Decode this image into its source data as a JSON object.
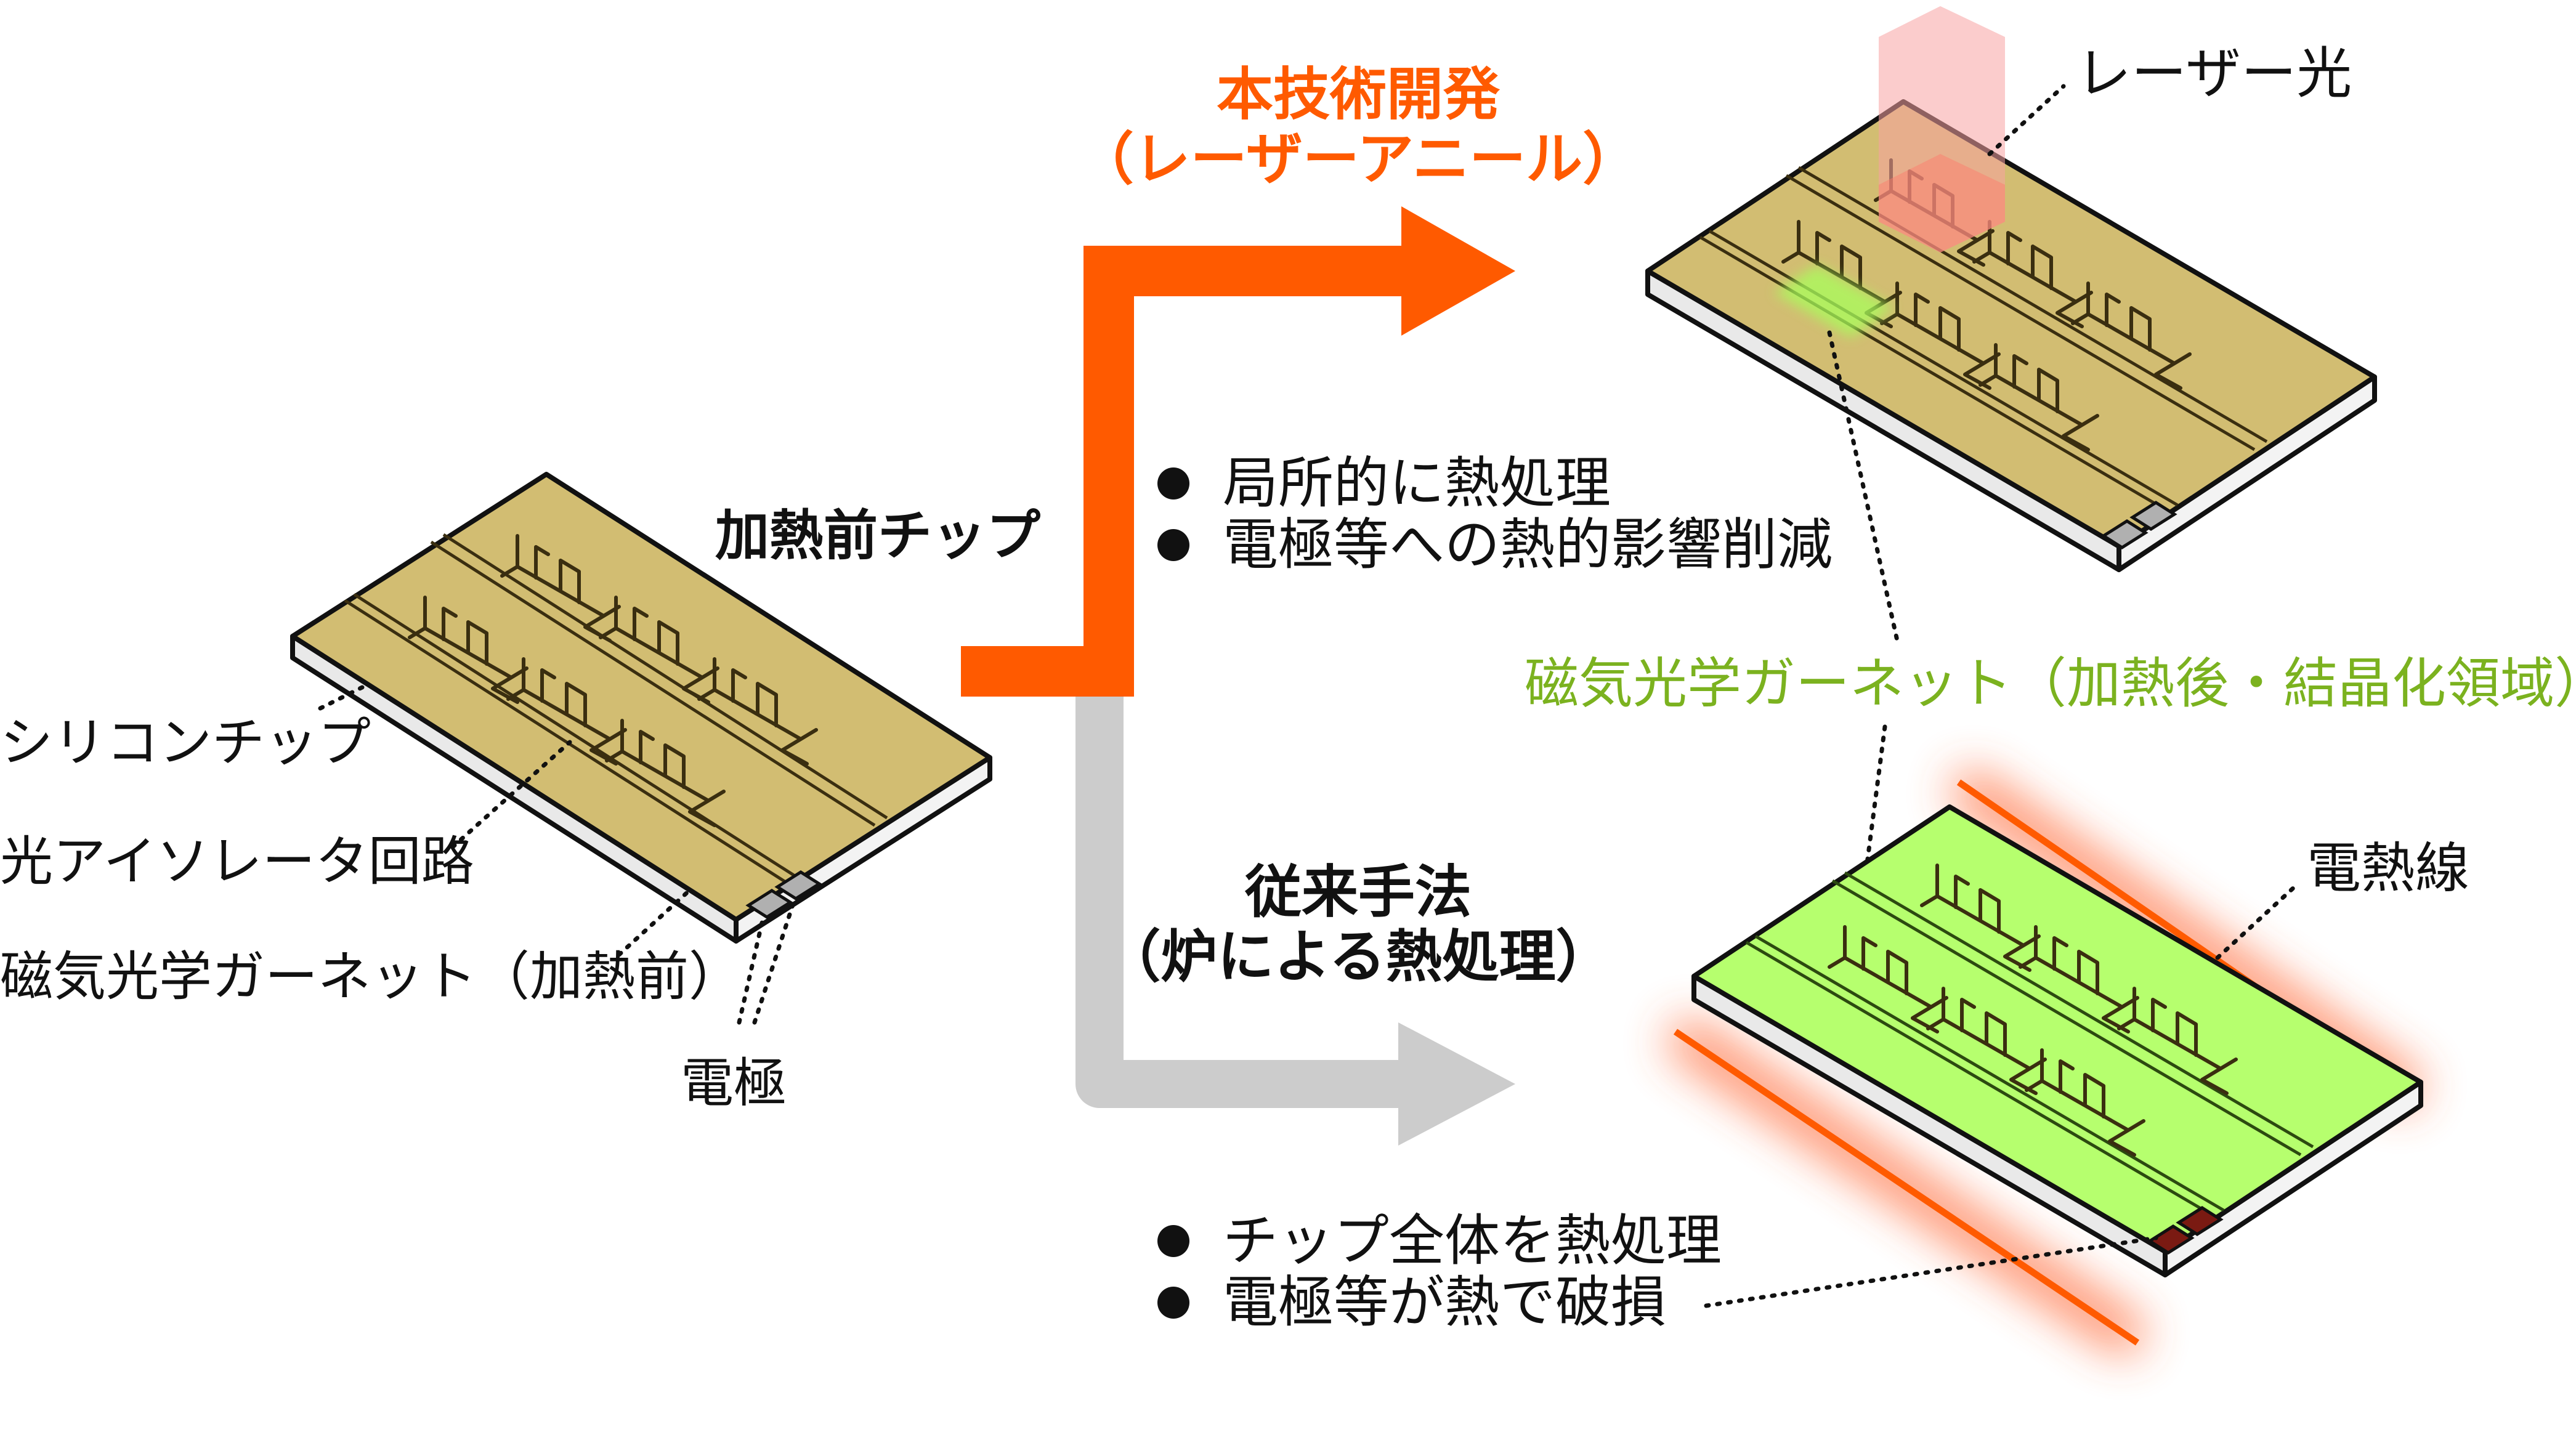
{
  "center_chip": {
    "title": "加熱前チップ",
    "labels": {
      "silicon": "シリコンチップ",
      "circuit": "光アイソレータ回路",
      "garnet_before": "磁気光学ガーネット（加熱前）",
      "electrode": "電極"
    }
  },
  "laser_route": {
    "title_line1": "本技術開発",
    "title_line2": "（レーザーアニール）",
    "bullets": [
      "局所的に熱処理",
      "電極等への熱的影響削減"
    ],
    "laser_label": "レーザー光"
  },
  "shared_label": "磁気光学ガーネット（加熱後・結晶化領域）",
  "furnace_route": {
    "title_line1": "従来手法",
    "title_line2": "（炉による熱処理）",
    "bullets": [
      "チップ全体を熱処理",
      "電極等が熱で破損"
    ],
    "heater_label": "電熱線"
  },
  "colors": {
    "accent_orange": "#ff5a00",
    "arrow_gray": "#cccccc",
    "chip_gold": "#d2bd72",
    "chip_green": "#b6ff6e",
    "garnet_label_green": "#7bb21f",
    "electrode_damaged": "#7a1a12",
    "laser_beam": "#f7a3a3"
  }
}
